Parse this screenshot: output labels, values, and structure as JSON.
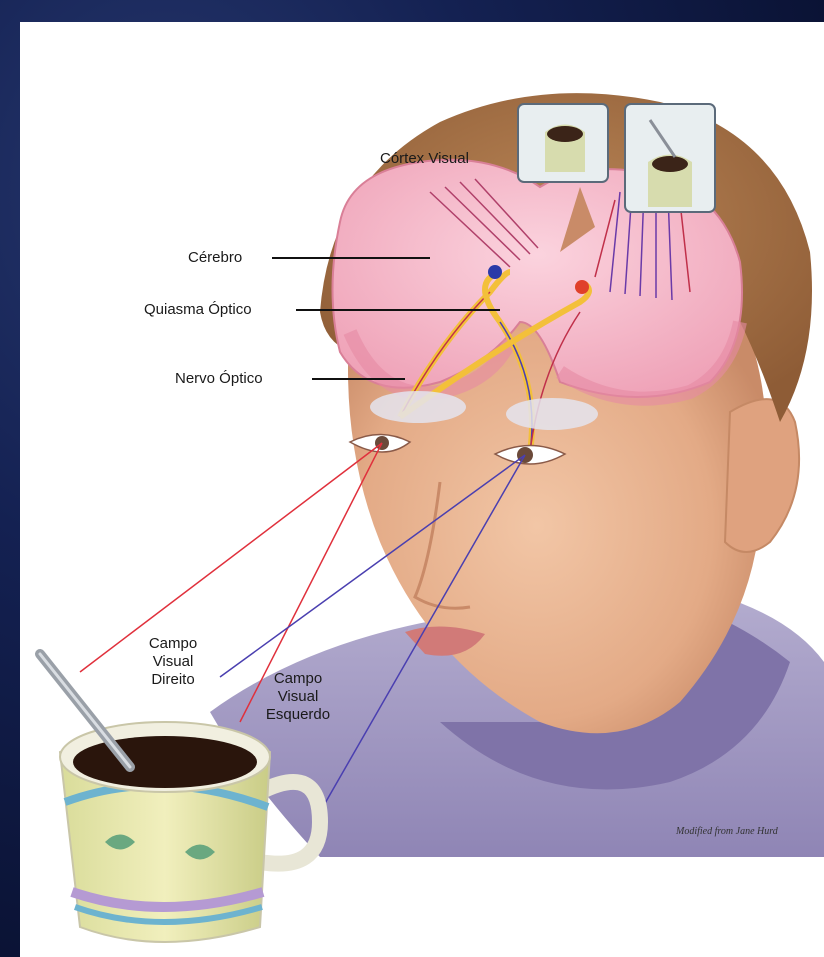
{
  "labels": {
    "visual_cortex": "Córtex Visual",
    "cerebrum": "Cérebro",
    "optic_chiasm": "Quiasma Óptico",
    "optic_nerve": "Nervo Óptico",
    "right_field_line1": "Campo",
    "right_field_line2": "Visual",
    "right_field_line3": "Direito",
    "left_field_line1": "Campo",
    "left_field_line2": "Visual",
    "left_field_line3": "Esquerdo"
  },
  "credit": "Modified from Jane Hurd",
  "colors": {
    "background": "#0a1233",
    "panel": "#ffffff",
    "hair": "#a8744a",
    "skin": "#e9b48f",
    "brain": "#f6b9c9",
    "shirt": "#a89fc4",
    "right_field_ray": "#e0303c",
    "left_field_ray": "#4a3fb0",
    "optic_tract": "#f3c03a"
  },
  "icons": [
    "coffee-mug",
    "spoon-icon",
    "brain-section",
    "eye-icon"
  ]
}
